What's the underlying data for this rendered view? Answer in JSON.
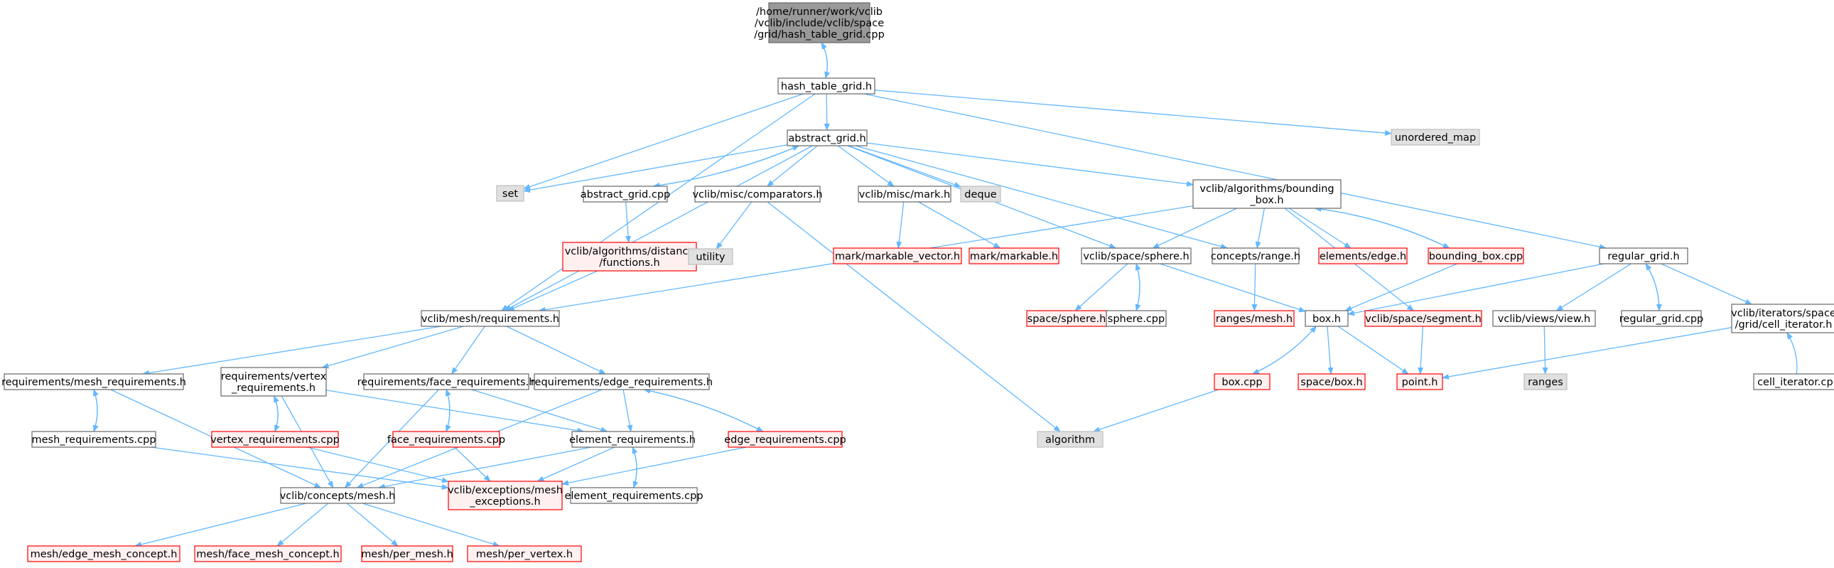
{
  "colors": {
    "edge": "#63b8ff",
    "node_border": "#666666",
    "node_fill": "#ffffff",
    "missing_border": "#ff0000",
    "missing_fill": "#fff0f0",
    "external_border": "#bfbfbf",
    "external_fill": "#e0e0e0",
    "root_fill": "#999999",
    "root_border": "#666666"
  },
  "nodes": [
    {
      "id": "n0",
      "kind": "root",
      "lines": [
        "/home/runner/work/vclib",
        "/vclib/include/vclib/space",
        "/grid/hash_table_grid.cpp"
      ]
    },
    {
      "id": "n1",
      "kind": "normal",
      "lines": [
        "hash_table_grid.h"
      ]
    },
    {
      "id": "n2",
      "kind": "normal",
      "lines": [
        "abstract_grid.h"
      ]
    },
    {
      "id": "n3",
      "kind": "external",
      "lines": [
        "unordered_map"
      ]
    },
    {
      "id": "n4",
      "kind": "external",
      "lines": [
        "set"
      ]
    },
    {
      "id": "n5",
      "kind": "normal",
      "lines": [
        "abstract_grid.cpp"
      ]
    },
    {
      "id": "n6",
      "kind": "normal",
      "lines": [
        "vclib/misc/comparators.h"
      ]
    },
    {
      "id": "n7",
      "kind": "normal",
      "lines": [
        "vclib/misc/mark.h"
      ]
    },
    {
      "id": "n8",
      "kind": "external",
      "lines": [
        "deque"
      ]
    },
    {
      "id": "n9",
      "kind": "normal",
      "lines": [
        "vclib/algorithms/bounding",
        "_box.h"
      ]
    },
    {
      "id": "n10",
      "kind": "missing",
      "lines": [
        "vclib/algorithms/distance",
        "/functions.h"
      ]
    },
    {
      "id": "n11",
      "kind": "external",
      "lines": [
        "utility"
      ]
    },
    {
      "id": "n12",
      "kind": "missing",
      "lines": [
        "mark/markable_vector.h"
      ]
    },
    {
      "id": "n13",
      "kind": "missing",
      "lines": [
        "mark/markable.h"
      ]
    },
    {
      "id": "n14",
      "kind": "normal",
      "lines": [
        "vclib/space/sphere.h"
      ]
    },
    {
      "id": "n15",
      "kind": "normal",
      "lines": [
        "concepts/range.h"
      ]
    },
    {
      "id": "n16",
      "kind": "missing",
      "lines": [
        "elements/edge.h"
      ]
    },
    {
      "id": "n17",
      "kind": "missing",
      "lines": [
        "bounding_box.cpp"
      ]
    },
    {
      "id": "n18",
      "kind": "normal",
      "lines": [
        "regular_grid.h"
      ]
    },
    {
      "id": "n19",
      "kind": "normal",
      "lines": [
        "vclib/mesh/requirements.h"
      ]
    },
    {
      "id": "n20",
      "kind": "missing",
      "lines": [
        "space/sphere.h"
      ]
    },
    {
      "id": "n21",
      "kind": "normal",
      "lines": [
        "sphere.cpp"
      ]
    },
    {
      "id": "n22",
      "kind": "missing",
      "lines": [
        "ranges/mesh.h"
      ]
    },
    {
      "id": "n23",
      "kind": "normal",
      "lines": [
        "box.h"
      ]
    },
    {
      "id": "n24",
      "kind": "missing",
      "lines": [
        "vclib/space/segment.h"
      ]
    },
    {
      "id": "n25",
      "kind": "normal",
      "lines": [
        "vclib/views/view.h"
      ]
    },
    {
      "id": "n26",
      "kind": "normal",
      "lines": [
        "regular_grid.cpp"
      ]
    },
    {
      "id": "n27",
      "kind": "normal",
      "lines": [
        "vclib/iterators/space",
        "/grid/cell_iterator.h"
      ]
    },
    {
      "id": "n28",
      "kind": "normal",
      "lines": [
        "requirements/mesh_requirements.h"
      ]
    },
    {
      "id": "n29",
      "kind": "normal",
      "lines": [
        "requirements/vertex",
        "_requirements.h"
      ]
    },
    {
      "id": "n30",
      "kind": "normal",
      "lines": [
        "requirements/face_requirements.h"
      ]
    },
    {
      "id": "n31",
      "kind": "normal",
      "lines": [
        "requirements/edge_requirements.h"
      ]
    },
    {
      "id": "n32",
      "kind": "missing",
      "lines": [
        "box.cpp"
      ]
    },
    {
      "id": "n33",
      "kind": "missing",
      "lines": [
        "space/box.h"
      ]
    },
    {
      "id": "n34",
      "kind": "missing",
      "lines": [
        "point.h"
      ]
    },
    {
      "id": "n35",
      "kind": "external",
      "lines": [
        "ranges"
      ]
    },
    {
      "id": "n36",
      "kind": "normal",
      "lines": [
        "cell_iterator.cpp"
      ]
    },
    {
      "id": "n37",
      "kind": "normal",
      "lines": [
        "mesh_requirements.cpp"
      ]
    },
    {
      "id": "n38",
      "kind": "missing",
      "lines": [
        "vertex_requirements.cpp"
      ]
    },
    {
      "id": "n39",
      "kind": "missing",
      "lines": [
        "face_requirements.cpp"
      ]
    },
    {
      "id": "n40",
      "kind": "normal",
      "lines": [
        "element_requirements.h"
      ]
    },
    {
      "id": "n41",
      "kind": "missing",
      "lines": [
        "edge_requirements.cpp"
      ]
    },
    {
      "id": "n42",
      "kind": "external",
      "lines": [
        "algorithm"
      ]
    },
    {
      "id": "n43",
      "kind": "normal",
      "lines": [
        "vclib/concepts/mesh.h"
      ]
    },
    {
      "id": "n44",
      "kind": "missing",
      "lines": [
        "vclib/exceptions/mesh",
        "_exceptions.h"
      ]
    },
    {
      "id": "n45",
      "kind": "normal",
      "lines": [
        "element_requirements.cpp"
      ]
    },
    {
      "id": "n46",
      "kind": "missing",
      "lines": [
        "mesh/edge_mesh_concept.h"
      ]
    },
    {
      "id": "n47",
      "kind": "missing",
      "lines": [
        "mesh/face_mesh_concept.h"
      ]
    },
    {
      "id": "n48",
      "kind": "missing",
      "lines": [
        "mesh/per_mesh.h"
      ]
    },
    {
      "id": "n49",
      "kind": "missing",
      "lines": [
        "mesh/per_vertex.h"
      ]
    }
  ],
  "edges": [
    [
      "n0",
      "n1"
    ],
    [
      "n1",
      "n0"
    ],
    [
      "n1",
      "n2"
    ],
    [
      "n1",
      "n3"
    ],
    [
      "n1",
      "n4"
    ],
    [
      "n1",
      "n18"
    ],
    [
      "n1",
      "n19"
    ],
    [
      "n2",
      "n4"
    ],
    [
      "n2",
      "n5"
    ],
    [
      "n2",
      "n6"
    ],
    [
      "n2",
      "n7"
    ],
    [
      "n2",
      "n8"
    ],
    [
      "n2",
      "n9"
    ],
    [
      "n2",
      "n14"
    ],
    [
      "n2",
      "n15"
    ],
    [
      "n2",
      "n19"
    ],
    [
      "n5",
      "n2"
    ],
    [
      "n5",
      "n10"
    ],
    [
      "n10",
      "n19"
    ],
    [
      "n6",
      "n11"
    ],
    [
      "n6",
      "n42"
    ],
    [
      "n7",
      "n12"
    ],
    [
      "n7",
      "n13"
    ],
    [
      "n9",
      "n14"
    ],
    [
      "n9",
      "n15"
    ],
    [
      "n9",
      "n16"
    ],
    [
      "n9",
      "n17"
    ],
    [
      "n9",
      "n24"
    ],
    [
      "n9",
      "n19"
    ],
    [
      "n17",
      "n9"
    ],
    [
      "n17",
      "n23"
    ],
    [
      "n14",
      "n20"
    ],
    [
      "n14",
      "n21"
    ],
    [
      "n14",
      "n23"
    ],
    [
      "n21",
      "n14"
    ],
    [
      "n15",
      "n22"
    ],
    [
      "n18",
      "n23"
    ],
    [
      "n18",
      "n25"
    ],
    [
      "n18",
      "n26"
    ],
    [
      "n18",
      "n27"
    ],
    [
      "n26",
      "n18"
    ],
    [
      "n23",
      "n32"
    ],
    [
      "n23",
      "n33"
    ],
    [
      "n23",
      "n34"
    ],
    [
      "n32",
      "n23"
    ],
    [
      "n32",
      "n42"
    ],
    [
      "n24",
      "n34"
    ],
    [
      "n25",
      "n35"
    ],
    [
      "n27",
      "n34"
    ],
    [
      "n36",
      "n27"
    ],
    [
      "n19",
      "n28"
    ],
    [
      "n19",
      "n29"
    ],
    [
      "n19",
      "n30"
    ],
    [
      "n19",
      "n31"
    ],
    [
      "n28",
      "n37"
    ],
    [
      "n37",
      "n28"
    ],
    [
      "n28",
      "n43"
    ],
    [
      "n37",
      "n44"
    ],
    [
      "n29",
      "n38"
    ],
    [
      "n38",
      "n29"
    ],
    [
      "n29",
      "n40"
    ],
    [
      "n29",
      "n43"
    ],
    [
      "n38",
      "n44"
    ],
    [
      "n30",
      "n39"
    ],
    [
      "n39",
      "n30"
    ],
    [
      "n30",
      "n40"
    ],
    [
      "n30",
      "n43"
    ],
    [
      "n39",
      "n44"
    ],
    [
      "n31",
      "n41"
    ],
    [
      "n41",
      "n31"
    ],
    [
      "n31",
      "n40"
    ],
    [
      "n31",
      "n43"
    ],
    [
      "n41",
      "n44"
    ],
    [
      "n40",
      "n45"
    ],
    [
      "n45",
      "n40"
    ],
    [
      "n40",
      "n43"
    ],
    [
      "n40",
      "n44"
    ],
    [
      "n43",
      "n46"
    ],
    [
      "n43",
      "n47"
    ],
    [
      "n43",
      "n48"
    ],
    [
      "n43",
      "n49"
    ]
  ]
}
